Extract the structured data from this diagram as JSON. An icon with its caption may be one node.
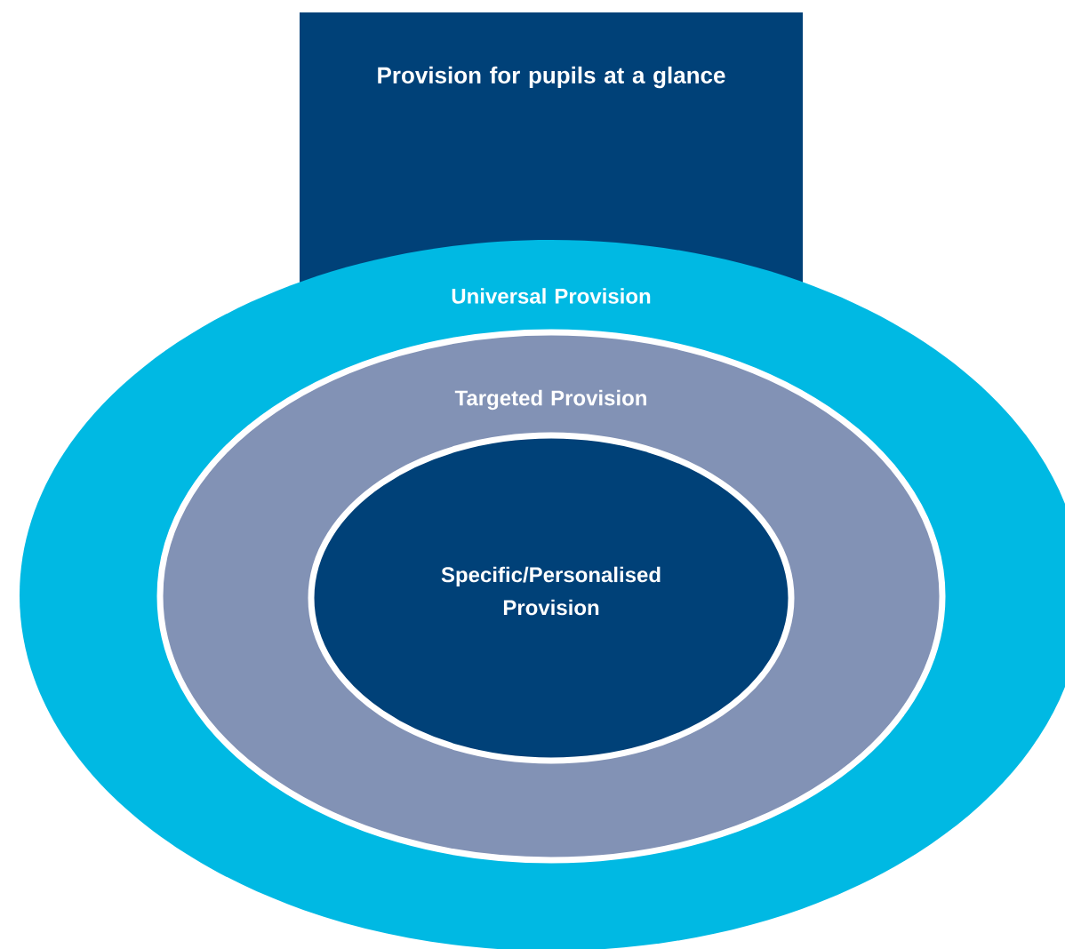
{
  "diagram": {
    "nodes": [
      {
        "text": [
          "Provision for pupils at a glance"
        ]
      },
      {
        "text": [
          "Universal Provision"
        ]
      },
      {
        "text": [
          "Targeted Provision"
        ],
        "in": 1
      },
      {
        "text": [
          "Specific/Personalised Provision"
        ],
        "in": 2
      }
    ]
  }
}
